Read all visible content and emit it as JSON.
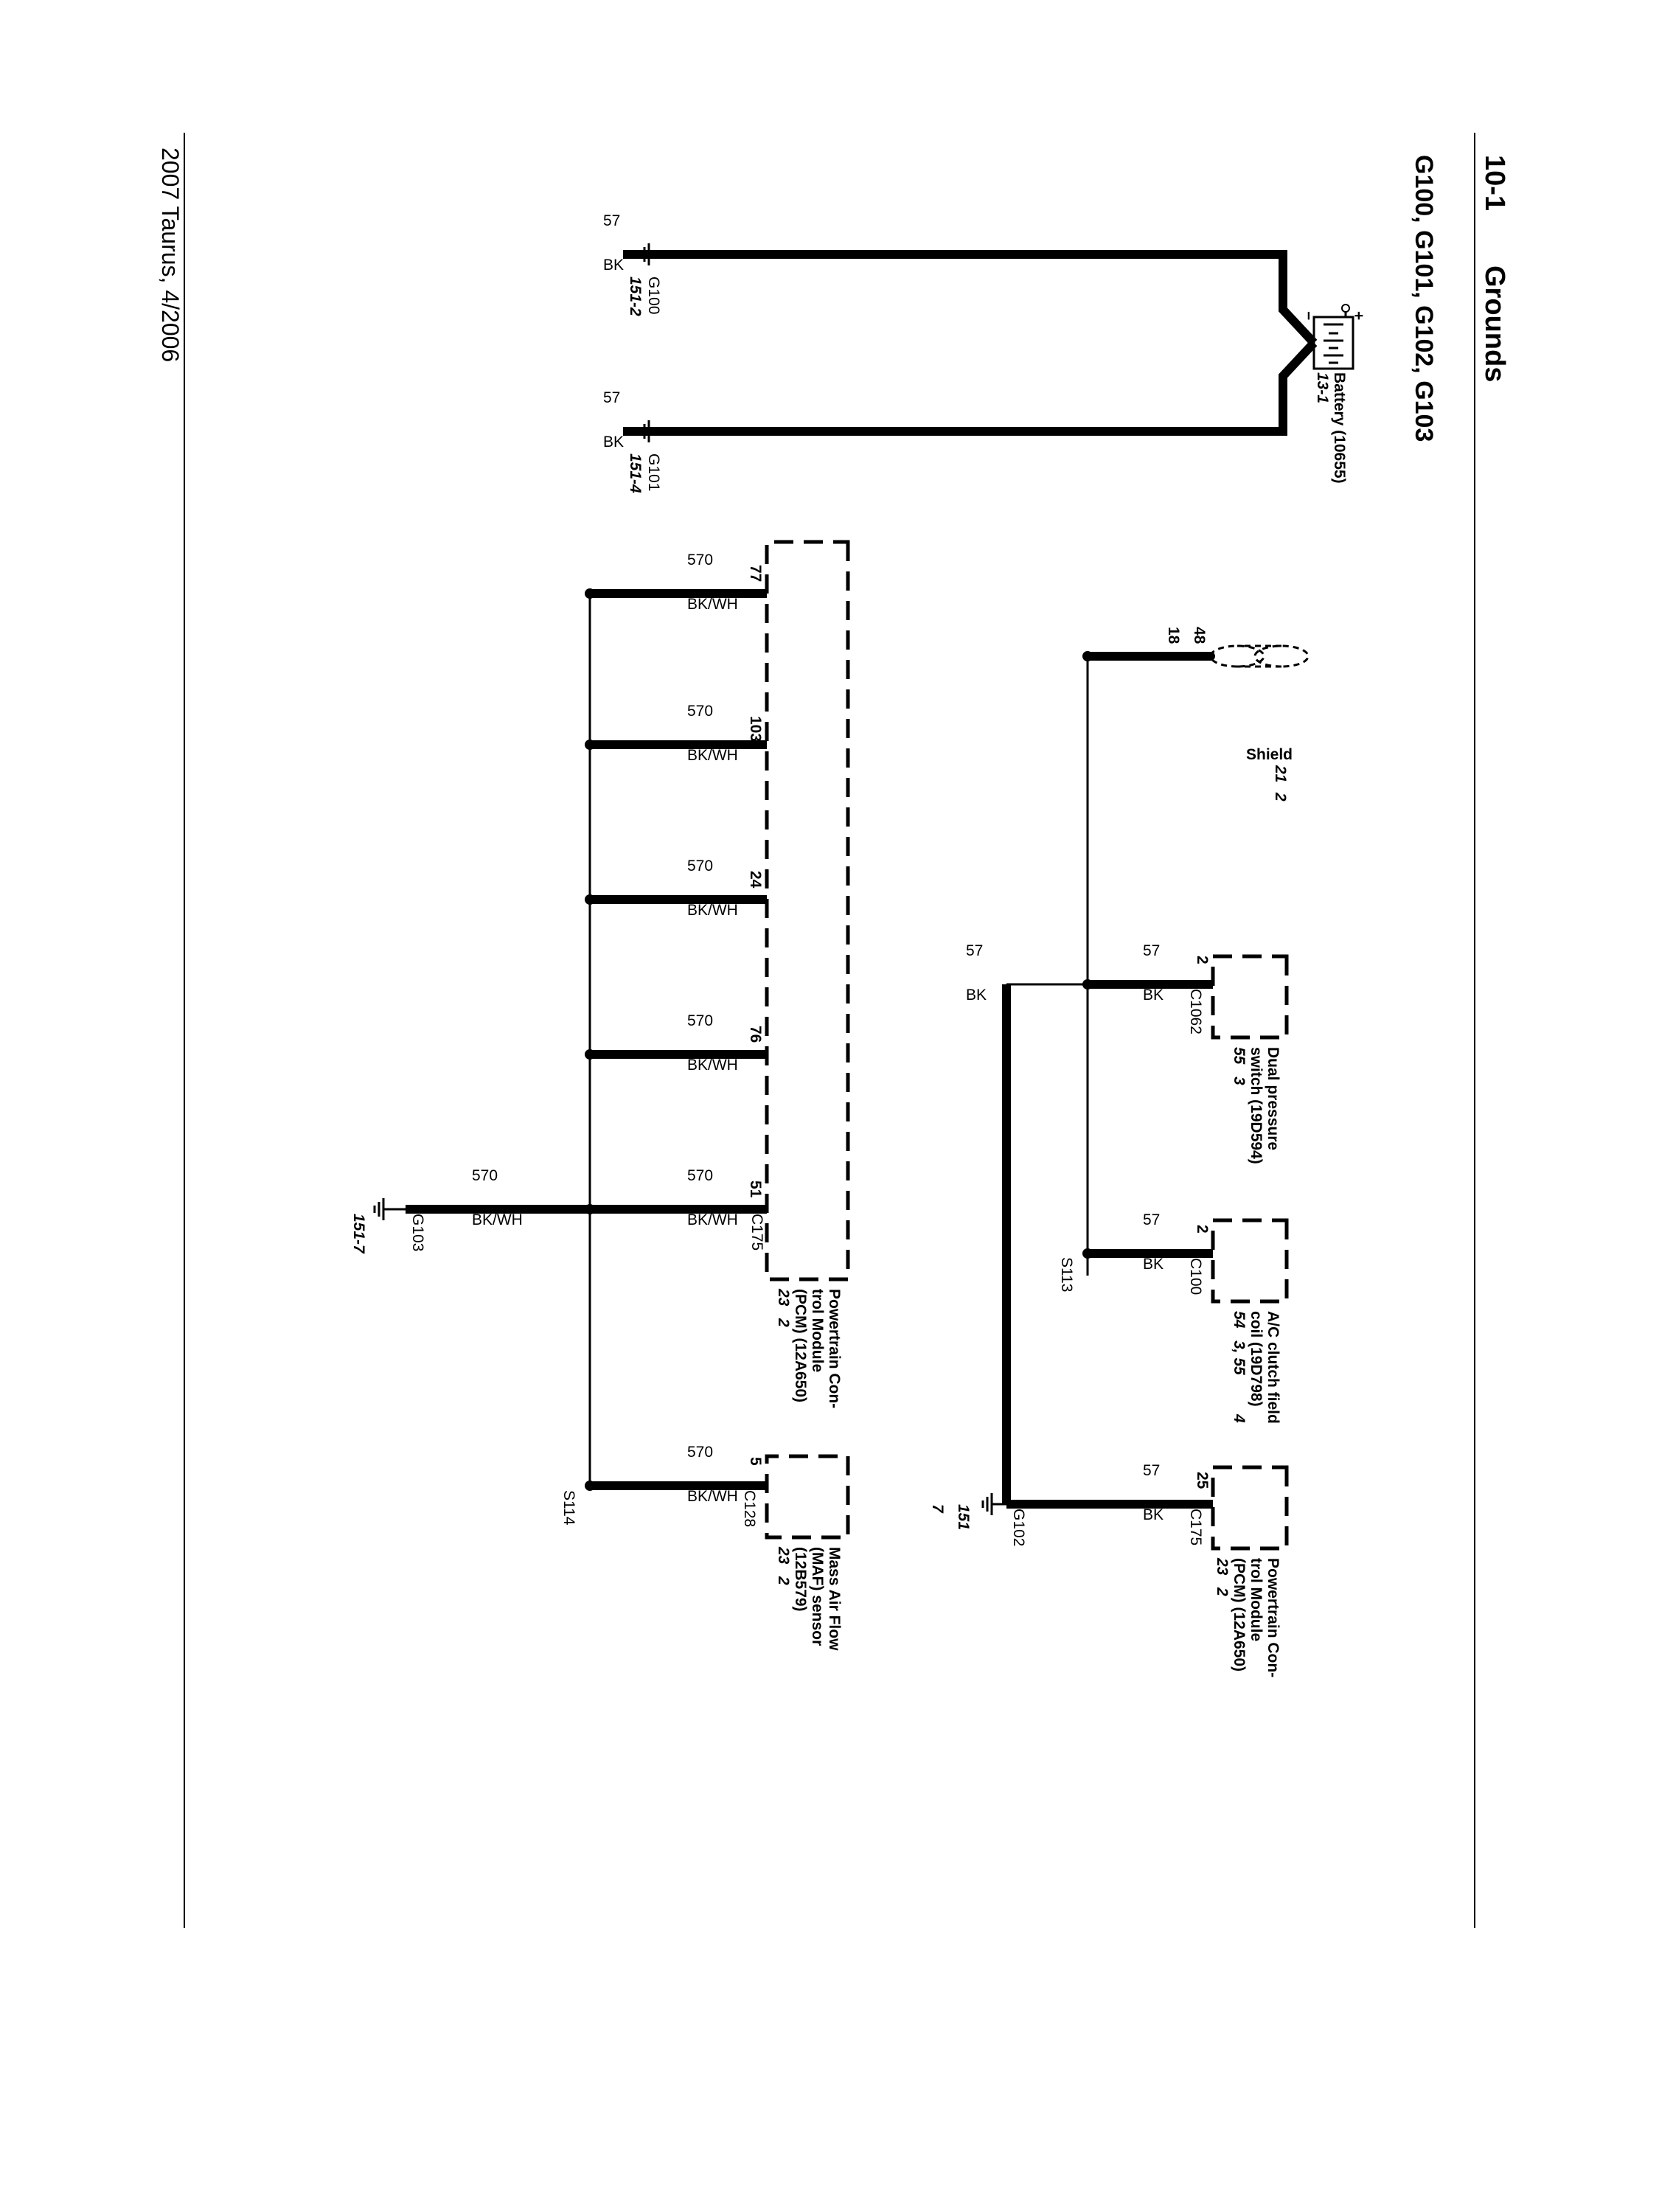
{
  "header": {
    "section_number": "10-1",
    "section_title": "Grounds"
  },
  "subtitle": "G100, G101, G102, G103",
  "footer": "2007 Taurus, 4/2006",
  "battery": {
    "name": "Battery (10655)",
    "ref": "13-1"
  },
  "battery_wires": [
    {
      "circuit": "57",
      "color": "BK",
      "ground": "G100",
      "ref": "151-2"
    },
    {
      "circuit": "57",
      "color": "BK",
      "ground": "G101",
      "ref": "151-4"
    }
  ],
  "shield": {
    "label": "Shield",
    "ref_a": "21",
    "ref_b": "2",
    "pin_left": "48",
    "pin_right": "18"
  },
  "dual_pressure_switch": {
    "name_1": "Dual pressure",
    "name_2": "switch (19D594)",
    "ref_a": "55",
    "ref_b": "3",
    "pin": "2",
    "connector": "C1062",
    "circuit": "57",
    "color": "BK"
  },
  "splice_wire": {
    "circuit": "57",
    "color": "BK"
  },
  "ac_clutch": {
    "name_1": "A/C clutch field",
    "name_2": "coil (19D798)",
    "ref_a": "54",
    "ref_b": "3, 55",
    "ref_c": "4",
    "pin": "2",
    "connector": "C100",
    "circuit": "57",
    "color": "BK",
    "splice": "S113"
  },
  "pcm_top": {
    "name_1": "Powertrain Con-",
    "name_2": "trol Module",
    "name_3": "(PCM) (12A650)",
    "ref_a": "23",
    "ref_b": "2",
    "pin": "25",
    "connector": "C175",
    "circuit": "57",
    "color": "BK",
    "ground": "G102",
    "ground_ref_a": "151",
    "ground_ref_b": "7"
  },
  "pcm_bottom": {
    "name_1": "Powertrain Con-",
    "name_2": "trol Module",
    "name_3": "(PCM) (12A650)",
    "ref_a": "23",
    "ref_b": "2",
    "connector": "C175",
    "pins": [
      {
        "pin": "77",
        "circuit": "570",
        "color": "BK/WH"
      },
      {
        "pin": "103",
        "circuit": "570",
        "color": "BK/WH"
      },
      {
        "pin": "24",
        "circuit": "570",
        "color": "BK/WH"
      },
      {
        "pin": "76",
        "circuit": "570",
        "color": "BK/WH"
      },
      {
        "pin": "51",
        "circuit": "570",
        "color": "BK/WH"
      }
    ],
    "ground_wire": {
      "circuit": "570",
      "color": "BK/WH",
      "ground": "G103",
      "ref": "151-7"
    }
  },
  "maf": {
    "name_1": "Mass Air Flow",
    "name_2": "(MAF) sensor",
    "name_3": "(12B579)",
    "ref_a": "23",
    "ref_b": "2",
    "pin": "5",
    "connector": "C128",
    "circuit": "570",
    "color": "BK/WH",
    "splice": "S114"
  }
}
